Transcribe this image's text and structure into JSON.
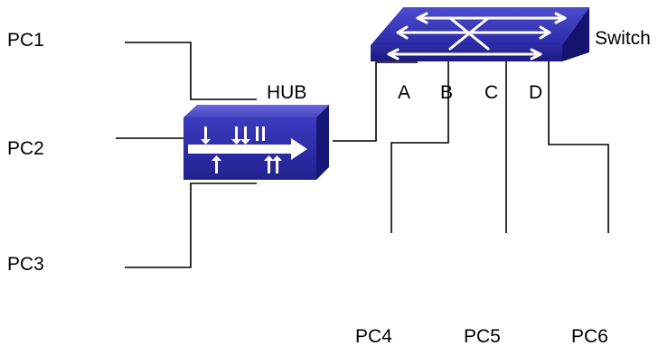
{
  "devices": {
    "pc1": "PC1",
    "pc2": "PC2",
    "pc3": "PC3",
    "pc4": "PC4",
    "pc5": "PC5",
    "pc6": "PC6",
    "hub": "HUB",
    "switch": "Switch"
  },
  "ports": {
    "a": "A",
    "b": "B",
    "c": "C",
    "d": "D"
  },
  "colors": {
    "device_face": "#2d2da8",
    "device_top": "#5a5ad2",
    "device_side": "#16167a",
    "line": "#000000",
    "arrow": "#ffffff"
  }
}
